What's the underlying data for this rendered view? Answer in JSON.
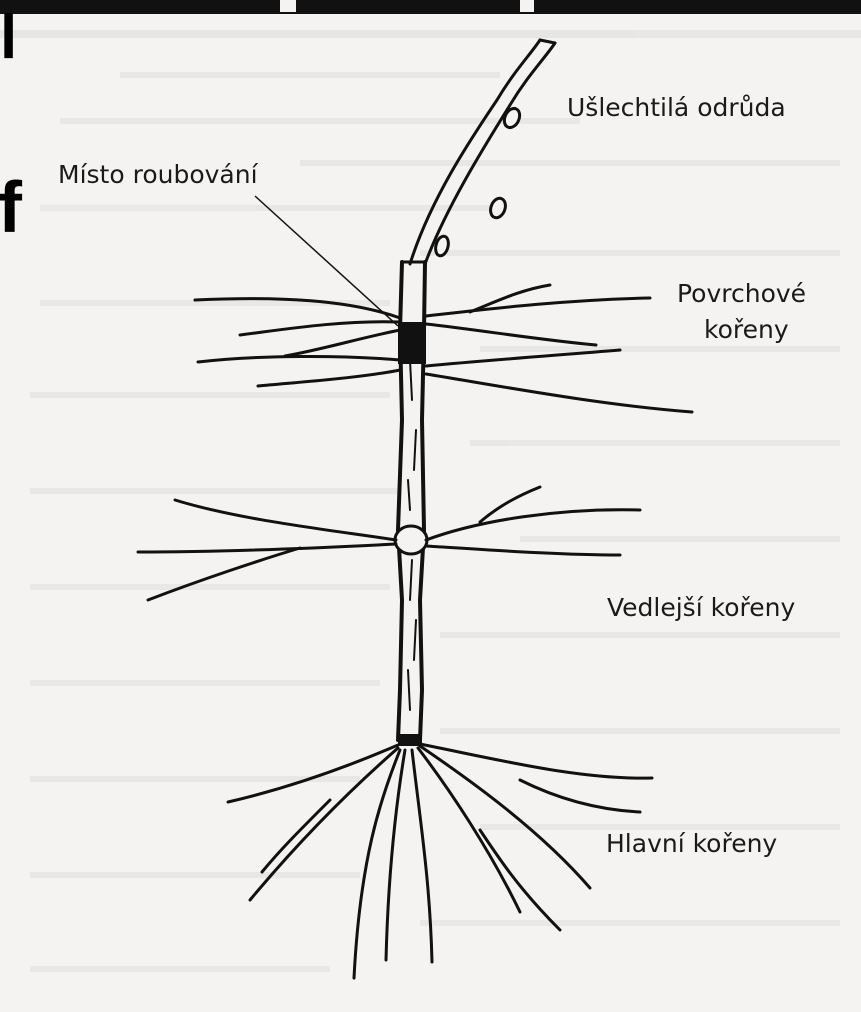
{
  "labels": {
    "scion": "Ušlechtilá odrůda",
    "graft_point": "Místo roubování",
    "surface_roots_line1": "Povrchové",
    "surface_roots_line2": "kořeny",
    "lateral_roots": "Vedlejší kořeny",
    "main_roots": "Hlavní kořeny"
  },
  "edge_glyphs": {
    "first": "l",
    "second": "f"
  }
}
